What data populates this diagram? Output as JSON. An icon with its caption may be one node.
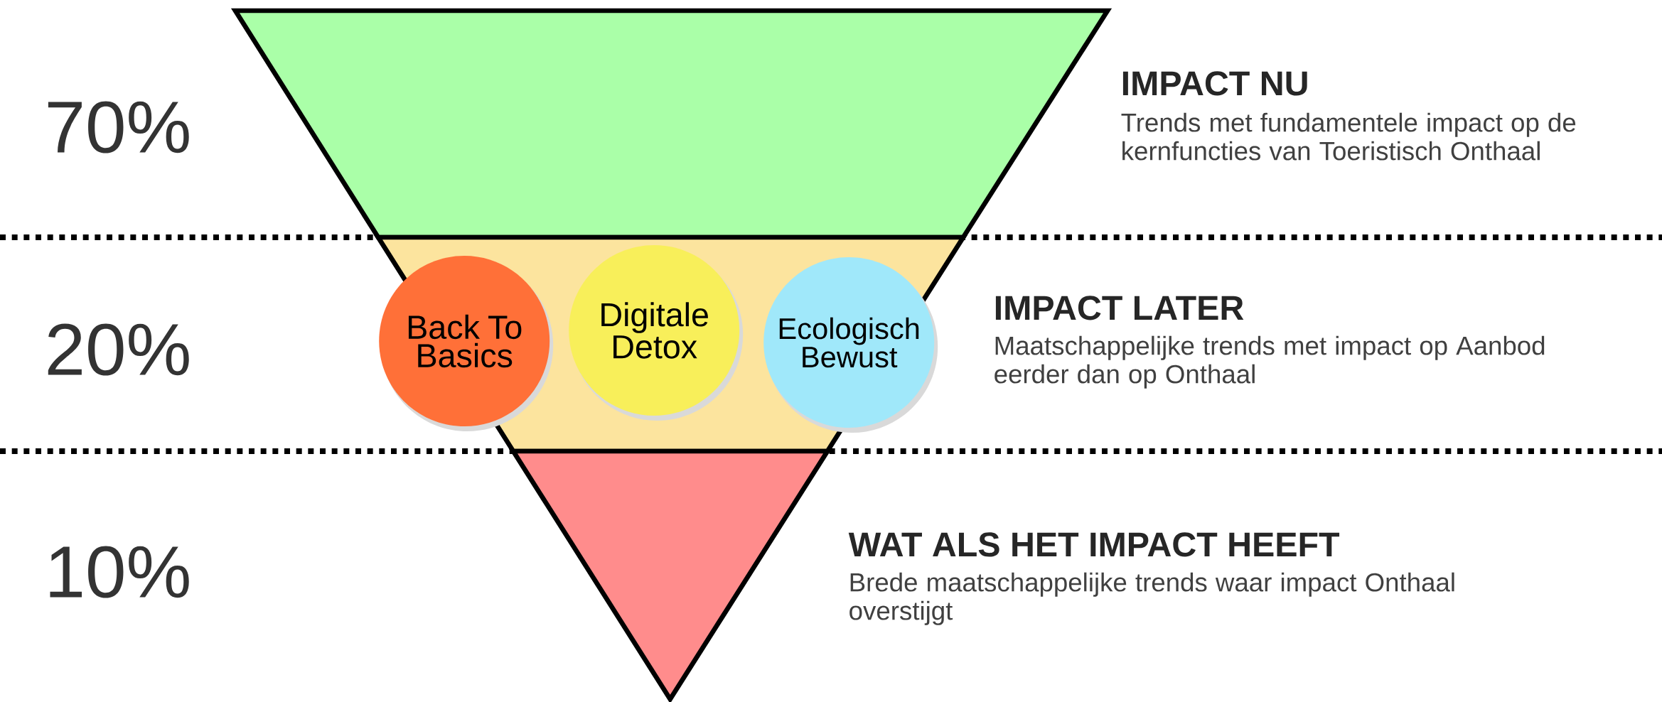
{
  "diagram": {
    "nodes": [
      {
        "text": [],
        "shape": "band"
      },
      {
        "text": [],
        "shape": "band"
      },
      {
        "text": [
          "Back To Basics"
        ],
        "in": 1
      },
      {
        "text": [
          "Digitale Detox"
        ],
        "in": 1
      },
      {
        "text": [
          "Ecologisch Bewust"
        ],
        "in": 1
      },
      {
        "text": [],
        "shape": "triangle"
      }
    ],
    "labels": [
      "70%",
      "IMPACT NU",
      "Trends met fundamentele impact op de kernfuncties van Toeristisch Onthaal",
      "20%",
      "IMPACT LATER",
      "Maatschappelijke trends met impact op Aanbod eerder dan op Onthaal",
      "10%",
      "WAT ALS HET IMPACT HEEFT",
      "Brede maatschappelijke trends waar impact Onthaal overstijgt"
    ]
  }
}
